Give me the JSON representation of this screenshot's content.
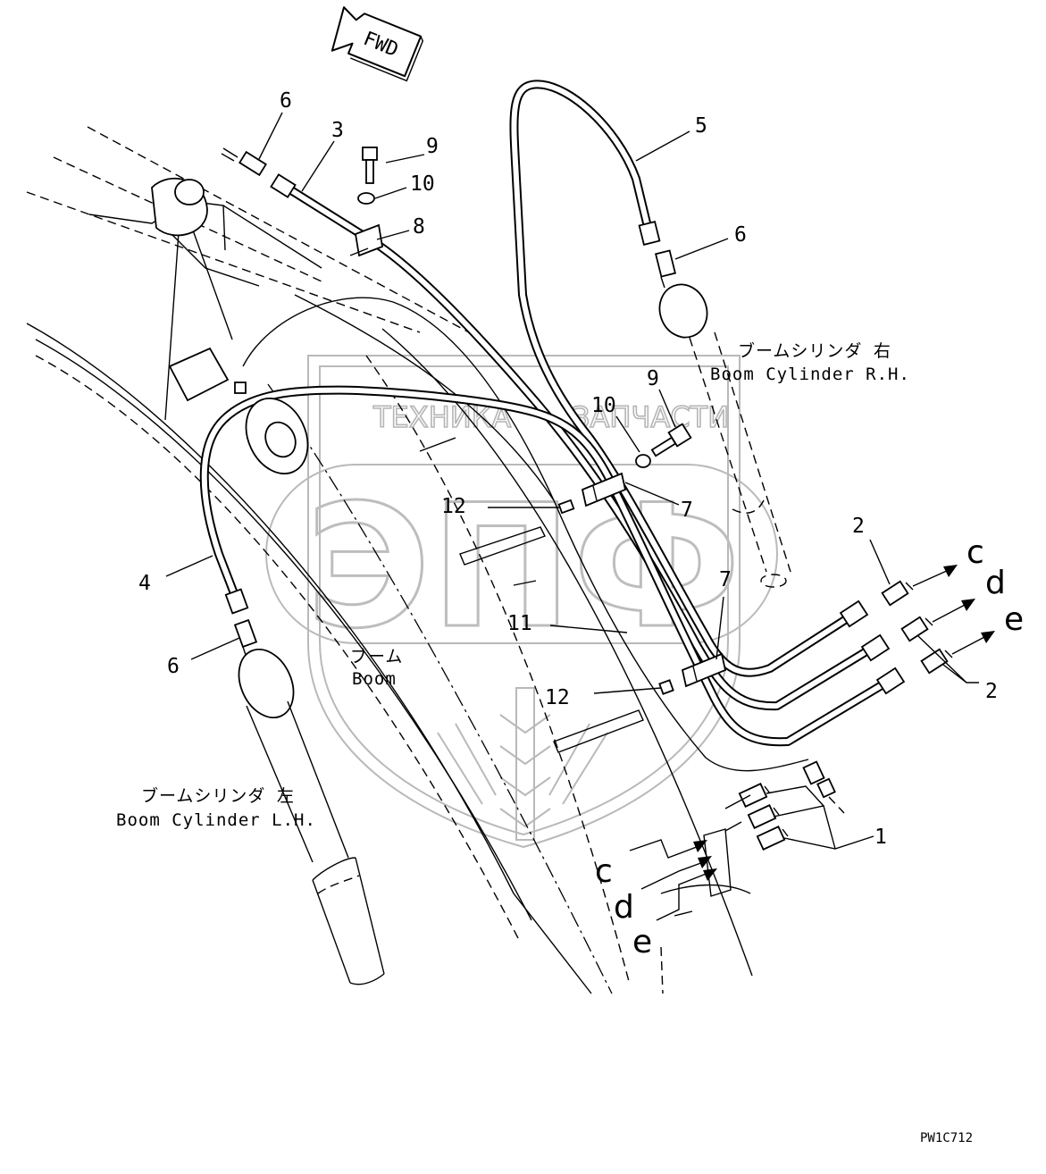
{
  "diagram": {
    "fwd_label": "FWD",
    "callouts": [
      "6",
      "3",
      "9",
      "10",
      "8",
      "5",
      "6",
      "9",
      "10",
      "7",
      "12",
      "2",
      "4",
      "7",
      "11",
      "6",
      "12",
      "2",
      "1"
    ],
    "connections_out": [
      "c",
      "d",
      "e"
    ],
    "connections_in": [
      "c",
      "d",
      "e"
    ],
    "labels": {
      "boom_cyl_rh_jp": "ブームシリンダ 右",
      "boom_cyl_rh_en": "Boom Cylinder R.H.",
      "boom_jp": "ブーム",
      "boom_en": "Boom",
      "boom_cyl_lh_jp": "ブームシリンダ 左",
      "boom_cyl_lh_en": "Boom Cylinder L.H."
    },
    "drawing_code": "PW1C712",
    "watermark": {
      "left_word": "ТЕХНИКА",
      "right_word": "ЗАПЧАСТИ",
      "logo": "ЭПФ"
    }
  }
}
